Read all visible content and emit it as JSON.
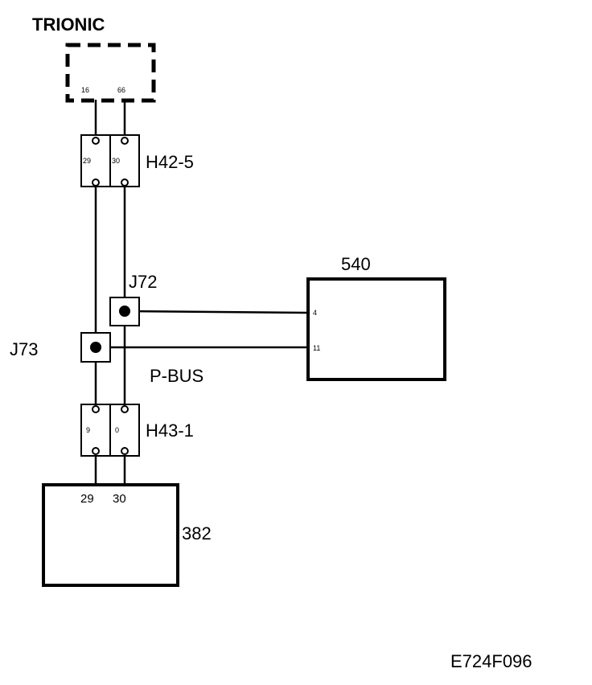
{
  "trionic": {
    "title": "TRIONIC",
    "pins": [
      "16",
      "66"
    ]
  },
  "h42_5": {
    "label": "H42-5",
    "pins": [
      "29",
      "30"
    ]
  },
  "h43_1": {
    "label": "H43-1",
    "pins": [
      "9",
      "0"
    ]
  },
  "j72": {
    "label": "J72"
  },
  "j73": {
    "label": "J73"
  },
  "ecu_540": {
    "label": "540",
    "pins": [
      "4",
      "11"
    ]
  },
  "ecu_382": {
    "label": "382",
    "pins": [
      "29",
      "30"
    ]
  },
  "bus": {
    "label": "P-BUS"
  },
  "figure_id": "E724F096"
}
